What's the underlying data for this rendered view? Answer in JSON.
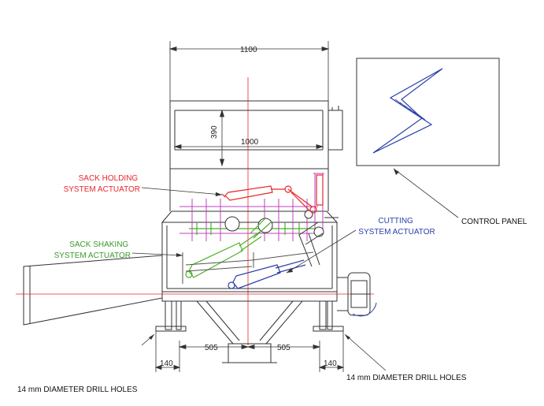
{
  "dimensions": {
    "overall_width": "1100",
    "hopper_height": "390",
    "hopper_width": "1000",
    "left_half": "505",
    "right_half": "505",
    "left_leg_offset": "140",
    "right_leg_offset": "140"
  },
  "labels": {
    "sack_holding": [
      "SACK HOLDING",
      "SYSTEM ACTUATOR"
    ],
    "sack_shaking": [
      "SACK SHAKING",
      "SYSTEM ACTUATOR"
    ],
    "cutting": [
      "CUTTING",
      "SYSTEM ACTUATOR"
    ],
    "control_panel": "CONTROL PANEL",
    "drill_holes_left": "14 mm DIAMETER DRILL HOLES",
    "drill_holes_right": "14 mm DIAMETER DRILL HOLES"
  },
  "colors": {
    "frame": "#333333",
    "centerline": "#e8262b",
    "holding": "#e8262b",
    "shaking": "#4caf2a",
    "cutting": "#2a3fa8",
    "mechanism": "#c040c0",
    "control_panel": "#2a3fa8"
  }
}
